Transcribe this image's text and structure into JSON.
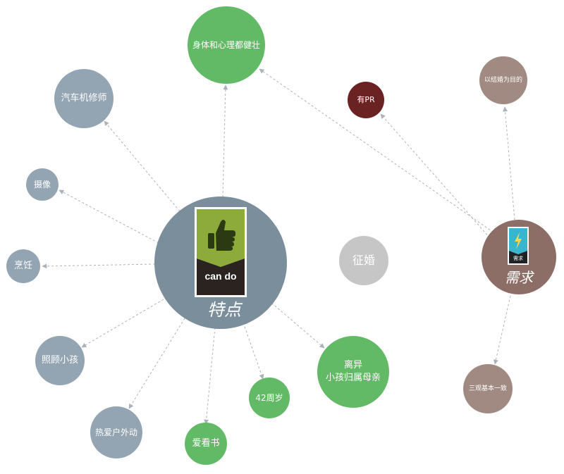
{
  "colors": {
    "hub_features": "#7a8e9c",
    "hub_needs": "#8c6e66",
    "gray_node": "#93a4b2",
    "green_node": "#62ba66",
    "brown_node": "#a08a82",
    "dark_red_node": "#6b2222",
    "light_gray_node": "#c6c6c6",
    "badge_green": "#8dab3a",
    "badge_dark": "#2b2320",
    "badge_teal": "#39b6cf",
    "badge_needs_dark": "#1f2326"
  },
  "hubs": {
    "features": {
      "label": "特点",
      "icon": "thumbs-up-icon",
      "badge_text": "can do"
    },
    "needs": {
      "label": "需求",
      "icon": "lightning-icon",
      "badge_text": "需求"
    }
  },
  "nodes": {
    "health": "身体和心理都健壮",
    "mechanic": "汽车机修师",
    "photography": "摄像",
    "cooking": "烹饪",
    "childcare": "照顾小孩",
    "outdoor": "热爱户外动",
    "reading": "爱看书",
    "age": "42周岁",
    "divorced": "离异\n小孩归属母亲",
    "seeking": "征婚",
    "has_pr": "有PR",
    "marriage_goal": "以结婚为目的",
    "values": "三观基本一致"
  }
}
